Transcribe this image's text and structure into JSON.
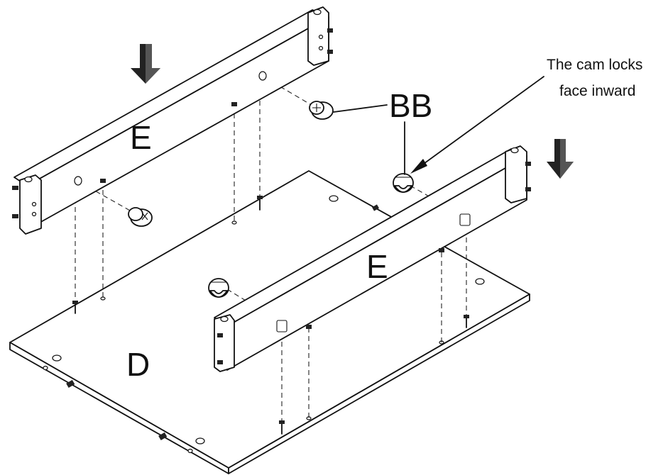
{
  "labels": {
    "panel_top": "E",
    "panel_right": "E",
    "base": "D",
    "cam": "BB",
    "note_line1": "The cam locks",
    "note_line2": "face inward"
  },
  "icons": {
    "arrow_left": "down-arrow-icon",
    "arrow_right": "down-arrow-icon"
  },
  "colors": {
    "ink": "#111111",
    "paper": "#ffffff"
  }
}
